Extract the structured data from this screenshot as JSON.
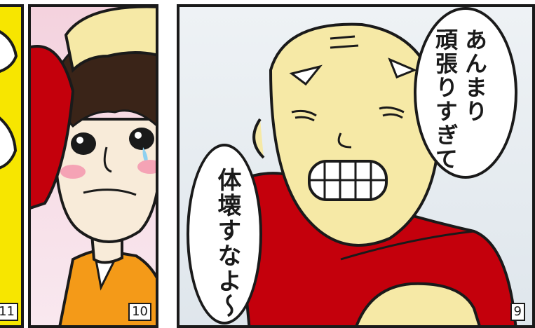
{
  "panels": [
    {
      "id": "panel-11",
      "number": "11"
    },
    {
      "id": "panel-10",
      "number": "10"
    },
    {
      "id": "panel-9",
      "number": "9"
    }
  ],
  "bubbles": {
    "a": {
      "line1": "あんまり",
      "line2": "頑張りすぎて"
    },
    "b": {
      "text": "体壊すなよ～"
    }
  },
  "colors": {
    "yellow": "#f7e600",
    "red": "#c4000c",
    "skin": "#f6e9a6",
    "shirt": "#f49a18"
  }
}
